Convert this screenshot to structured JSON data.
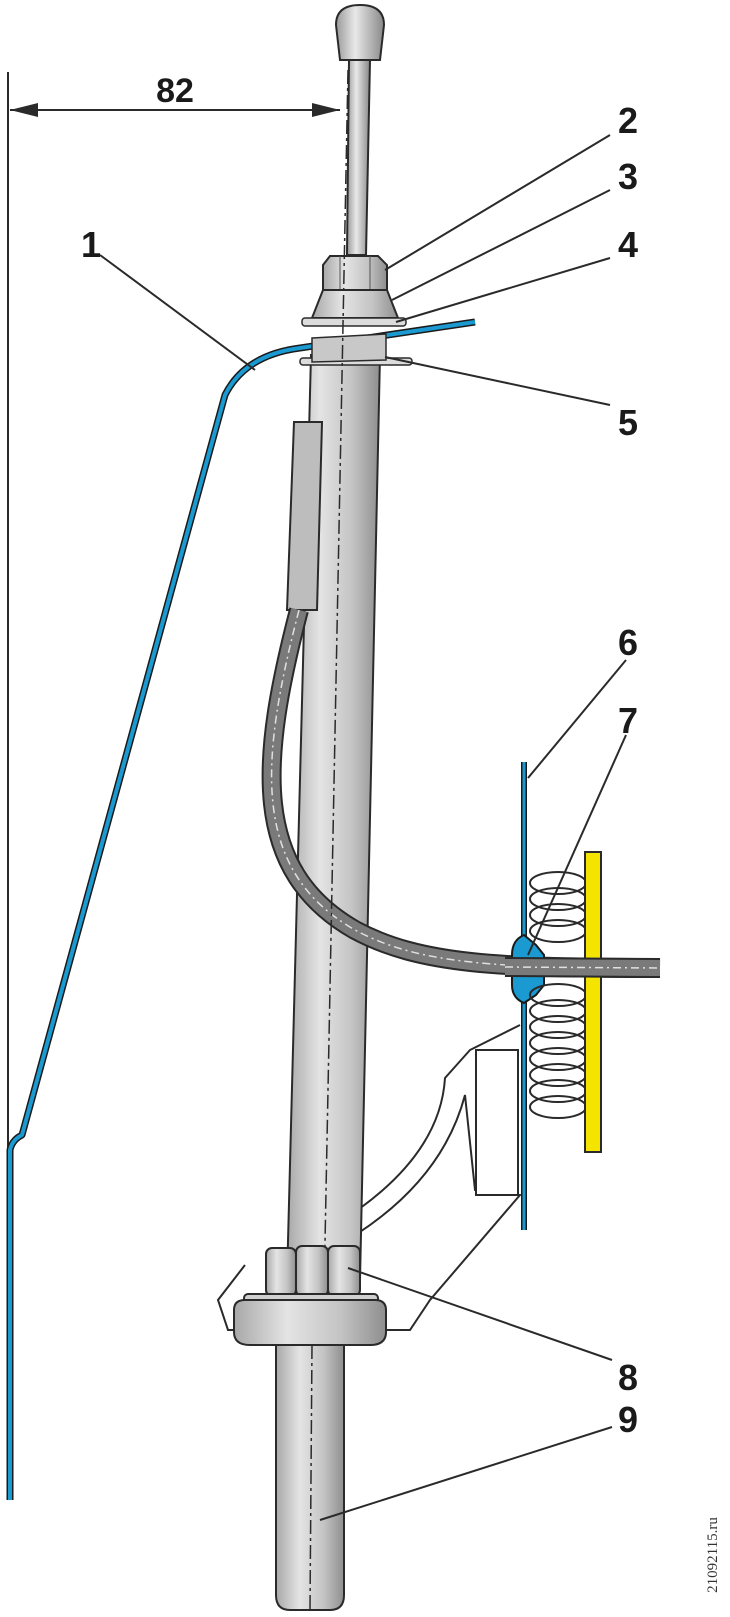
{
  "dimension": {
    "value": "82"
  },
  "callouts": [
    {
      "id": "1",
      "text": "1"
    },
    {
      "id": "2",
      "text": "2"
    },
    {
      "id": "3",
      "text": "3"
    },
    {
      "id": "4",
      "text": "4"
    },
    {
      "id": "5",
      "text": "5"
    },
    {
      "id": "6",
      "text": "6"
    },
    {
      "id": "7",
      "text": "7"
    },
    {
      "id": "8",
      "text": "8"
    },
    {
      "id": "9",
      "text": "9"
    }
  ],
  "watermark": {
    "text": "21092115.ru"
  },
  "colors": {
    "body_panel": "#1a9ad0",
    "mast": "#c9c9c9",
    "mast_shadow": "#9e9e9e",
    "cable": "#7a7a7a",
    "bracket_yellow": "#f5e400",
    "outline": "#2a2a2a"
  }
}
